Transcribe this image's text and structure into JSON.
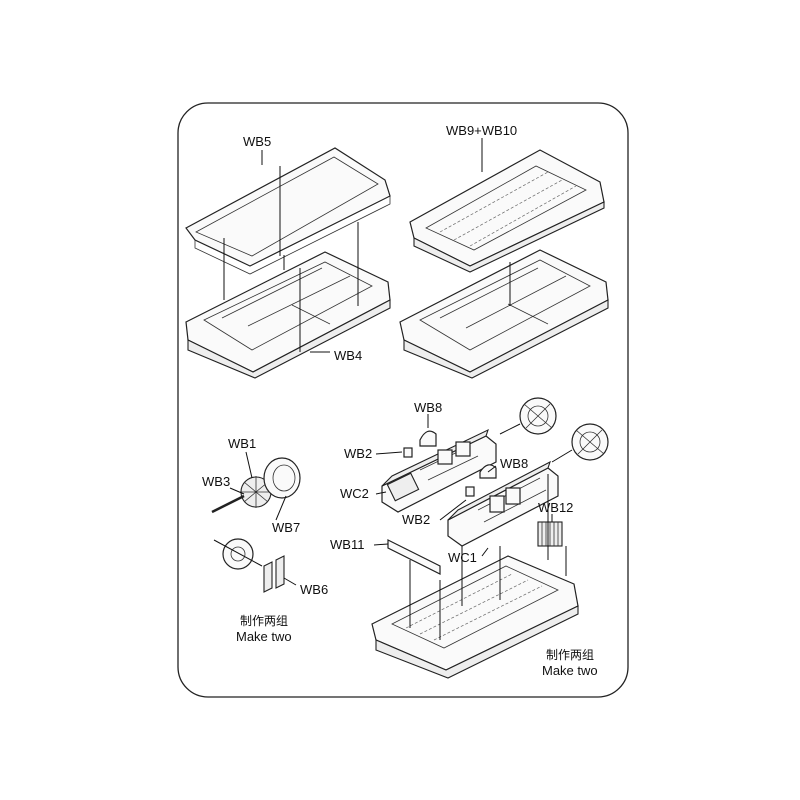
{
  "labels": {
    "wb5": "WB5",
    "wb9_wb10": "WB9+WB10",
    "wb4": "WB4",
    "wb8_top": "WB8",
    "wb2_top": "WB2",
    "wb8_mid": "WB8",
    "wc2": "WC2",
    "wb2_mid": "WB2",
    "wb12": "WB12",
    "wb11": "WB11",
    "wc1": "WC1",
    "wb1": "WB1",
    "wb3": "WB3",
    "wb7": "WB7",
    "wb6": "WB6"
  },
  "notes": {
    "left_cn": "制作两组",
    "left_en": "Make two",
    "right_cn": "制作两组",
    "right_en": "Make two"
  }
}
